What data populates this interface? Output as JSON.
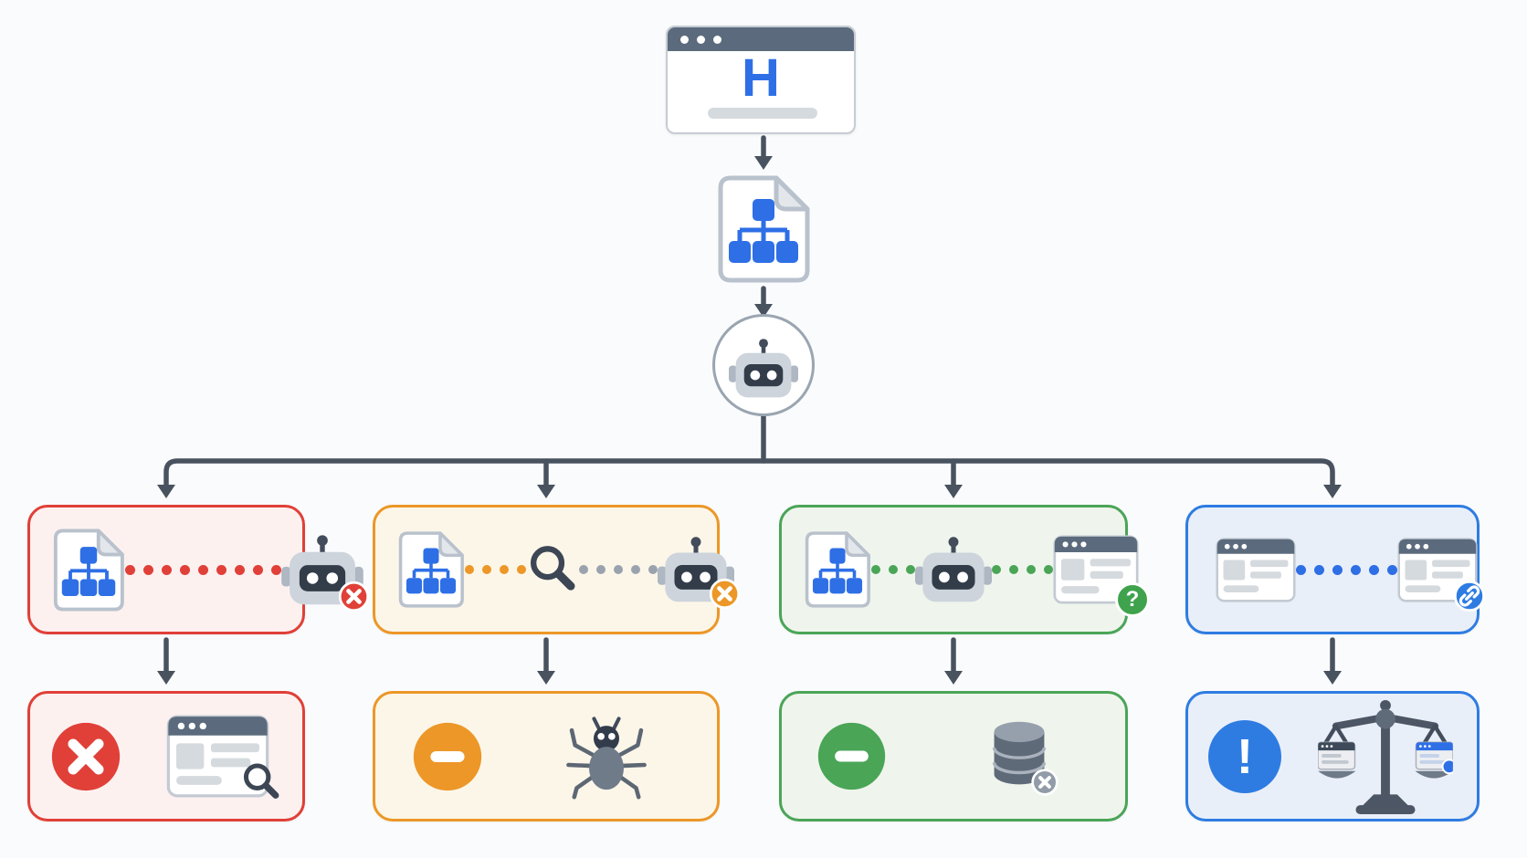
{
  "colors": {
    "background": "#fafbfc",
    "arrow": "#49525f",
    "browser-header": "#5b6b7d",
    "accent-blue": "#2e6fe6",
    "icon-border": "#b9c2cc",
    "block-gray": "#d5dade",
    "gray-dot": "#9aa3ad",
    "dark-slate": "#3c4654",
    "red-border": "#e04038",
    "red-fill": "#fdf1f0",
    "orange-border": "#ec9727",
    "orange-fill": "#fcf6e9",
    "green-border": "#4aa557",
    "green-fill": "#eff5ed",
    "green-badge": "#3fa34d",
    "blue-border": "#2e7ce2",
    "blue-fill": "#e9eff9",
    "robot-head": "#cdd4dc",
    "robot-face": "#333c49",
    "db-body": "#5f6a79",
    "db-top": "#96a0ac",
    "spider-body": "#707b8a",
    "spider-dark": "#323c4a",
    "scales": "#4c5665"
  },
  "top_flow": {
    "website_window": {
      "logo_letter": "H",
      "titlebar_dots": 3
    },
    "nodes": [
      "website-browser-window",
      "sitemap-xml-file",
      "crawler-robot"
    ]
  },
  "badges": {
    "question_mark": "?",
    "exclamation_mark": "!"
  },
  "columns": [
    {
      "id": "red",
      "process_icons": [
        "sitemap-file",
        "broken-dotted-link",
        "robot-with-x-badge"
      ],
      "result_icons": [
        "error-x-circle",
        "webpage-with-magnifier"
      ]
    },
    {
      "id": "orange",
      "process_icons": [
        "sitemap-file",
        "dotted-link",
        "search-magnifier",
        "dotted-link",
        "robot-with-x-badge"
      ],
      "result_icons": [
        "minus-circle",
        "crawler-bug"
      ]
    },
    {
      "id": "green",
      "process_icons": [
        "sitemap-file",
        "dotted-link",
        "crawler-robot",
        "dotted-link",
        "webpage-with-question-badge"
      ],
      "result_icons": [
        "minus-circle",
        "database-with-x-badge"
      ]
    },
    {
      "id": "blue",
      "process_icons": [
        "webpage",
        "dotted-link",
        "webpage-with-link-badge"
      ],
      "result_icons": [
        "alert-exclamation-circle",
        "comparison-scales"
      ]
    }
  ]
}
